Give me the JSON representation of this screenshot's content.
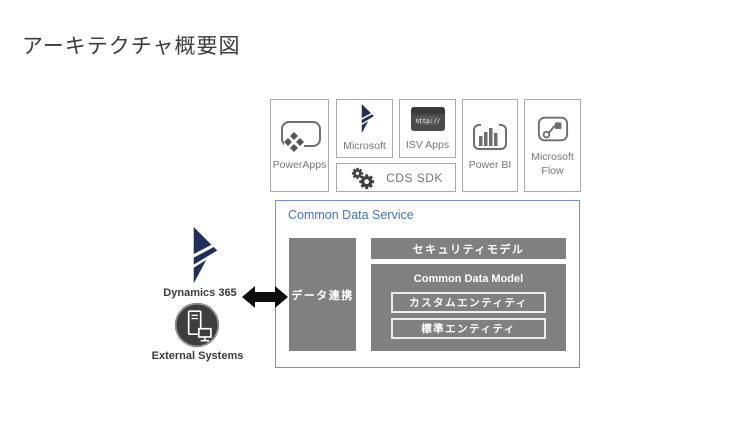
{
  "page": {
    "title": "アーキテクチャ概要図"
  },
  "top_row": {
    "powerapps": {
      "label": "PowerApps"
    },
    "microsoft": {
      "label": "Microsoft"
    },
    "isv_apps": {
      "label": "ISV Apps",
      "icon_text": "http://"
    },
    "cds_sdk": {
      "label": "CDS SDK"
    },
    "power_bi": {
      "label": "Power BI"
    },
    "microsoft_flow": {
      "label": "Microsoft Flow"
    }
  },
  "cds": {
    "title": "Common Data Service",
    "data_integration_label": "データ連携",
    "security_model_label": "セキュリティモデル",
    "common_data_model": {
      "title": "Common Data Model",
      "custom_entity_label": "カスタムエンティティ",
      "standard_entity_label": "標準エンティティ"
    }
  },
  "left_side": {
    "dynamics_label": "Dynamics 365",
    "external_label": "External Systems"
  },
  "colors": {
    "block_gray": "#808080",
    "accent_blue": "#4472C4",
    "cds_border_blue": "#6F92D0",
    "dynamics_navy": "#1F3060",
    "box_outline_gray": "#ABABAB",
    "label_gray": "#767676",
    "arrow_black": "#0D0D0D"
  }
}
